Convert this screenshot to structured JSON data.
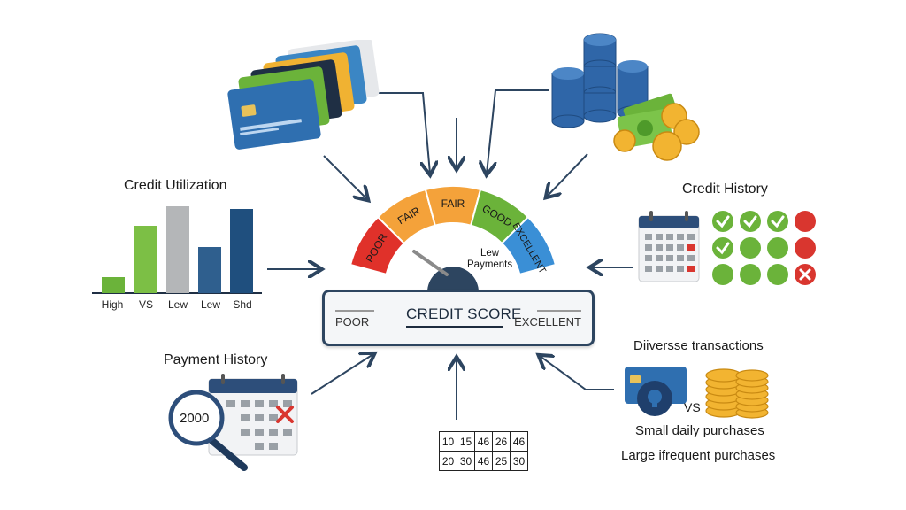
{
  "gauge": {
    "segments": [
      "POOR",
      "FAIR",
      "FAIR",
      "GOOD",
      "EXCELLENT"
    ],
    "colors": [
      "#e0312a",
      "#f4a23a",
      "#f4a23a",
      "#6bb33a",
      "#3a8fd6"
    ],
    "needle_label": "Lew\nPayments"
  },
  "score_box": {
    "title": "CREDIT SCORE",
    "left": "POOR",
    "right": "EXCELLENT"
  },
  "credit_utilization": {
    "title": "Credit Utilization",
    "bars": [
      {
        "label": "High",
        "color": "#6bb33a"
      },
      {
        "label": "VS",
        "color": "#7cbf45"
      },
      {
        "label": "Lew",
        "color": "#b4b6b8"
      },
      {
        "label": "Lew",
        "color": "#2f5f8e"
      },
      {
        "label": "Shd",
        "color": "#1f4f7e"
      }
    ]
  },
  "credit_history": {
    "title": "Credit History",
    "status_icons": [
      "check-green",
      "check-green",
      "check-green",
      "cross-red",
      "check-green",
      "circle-green",
      "circle-green",
      "cross-red",
      "circle-green",
      "circle-green",
      "circle-green",
      "x-red"
    ]
  },
  "payment_history": {
    "title": "Payment History",
    "magnifier_value": "2000"
  },
  "transactions": {
    "title": "Diiversse transactions",
    "vs": "VS",
    "line1": "Small daily purchases",
    "line2": "Large ifrequent purchases"
  },
  "number_grid": {
    "rows": [
      [
        "10",
        "15",
        "46",
        "26",
        "46"
      ],
      [
        "20",
        "30",
        "46",
        "25",
        "30"
      ]
    ]
  },
  "colors": {
    "navy": "#2d4560",
    "arrow": "#2d4560"
  }
}
